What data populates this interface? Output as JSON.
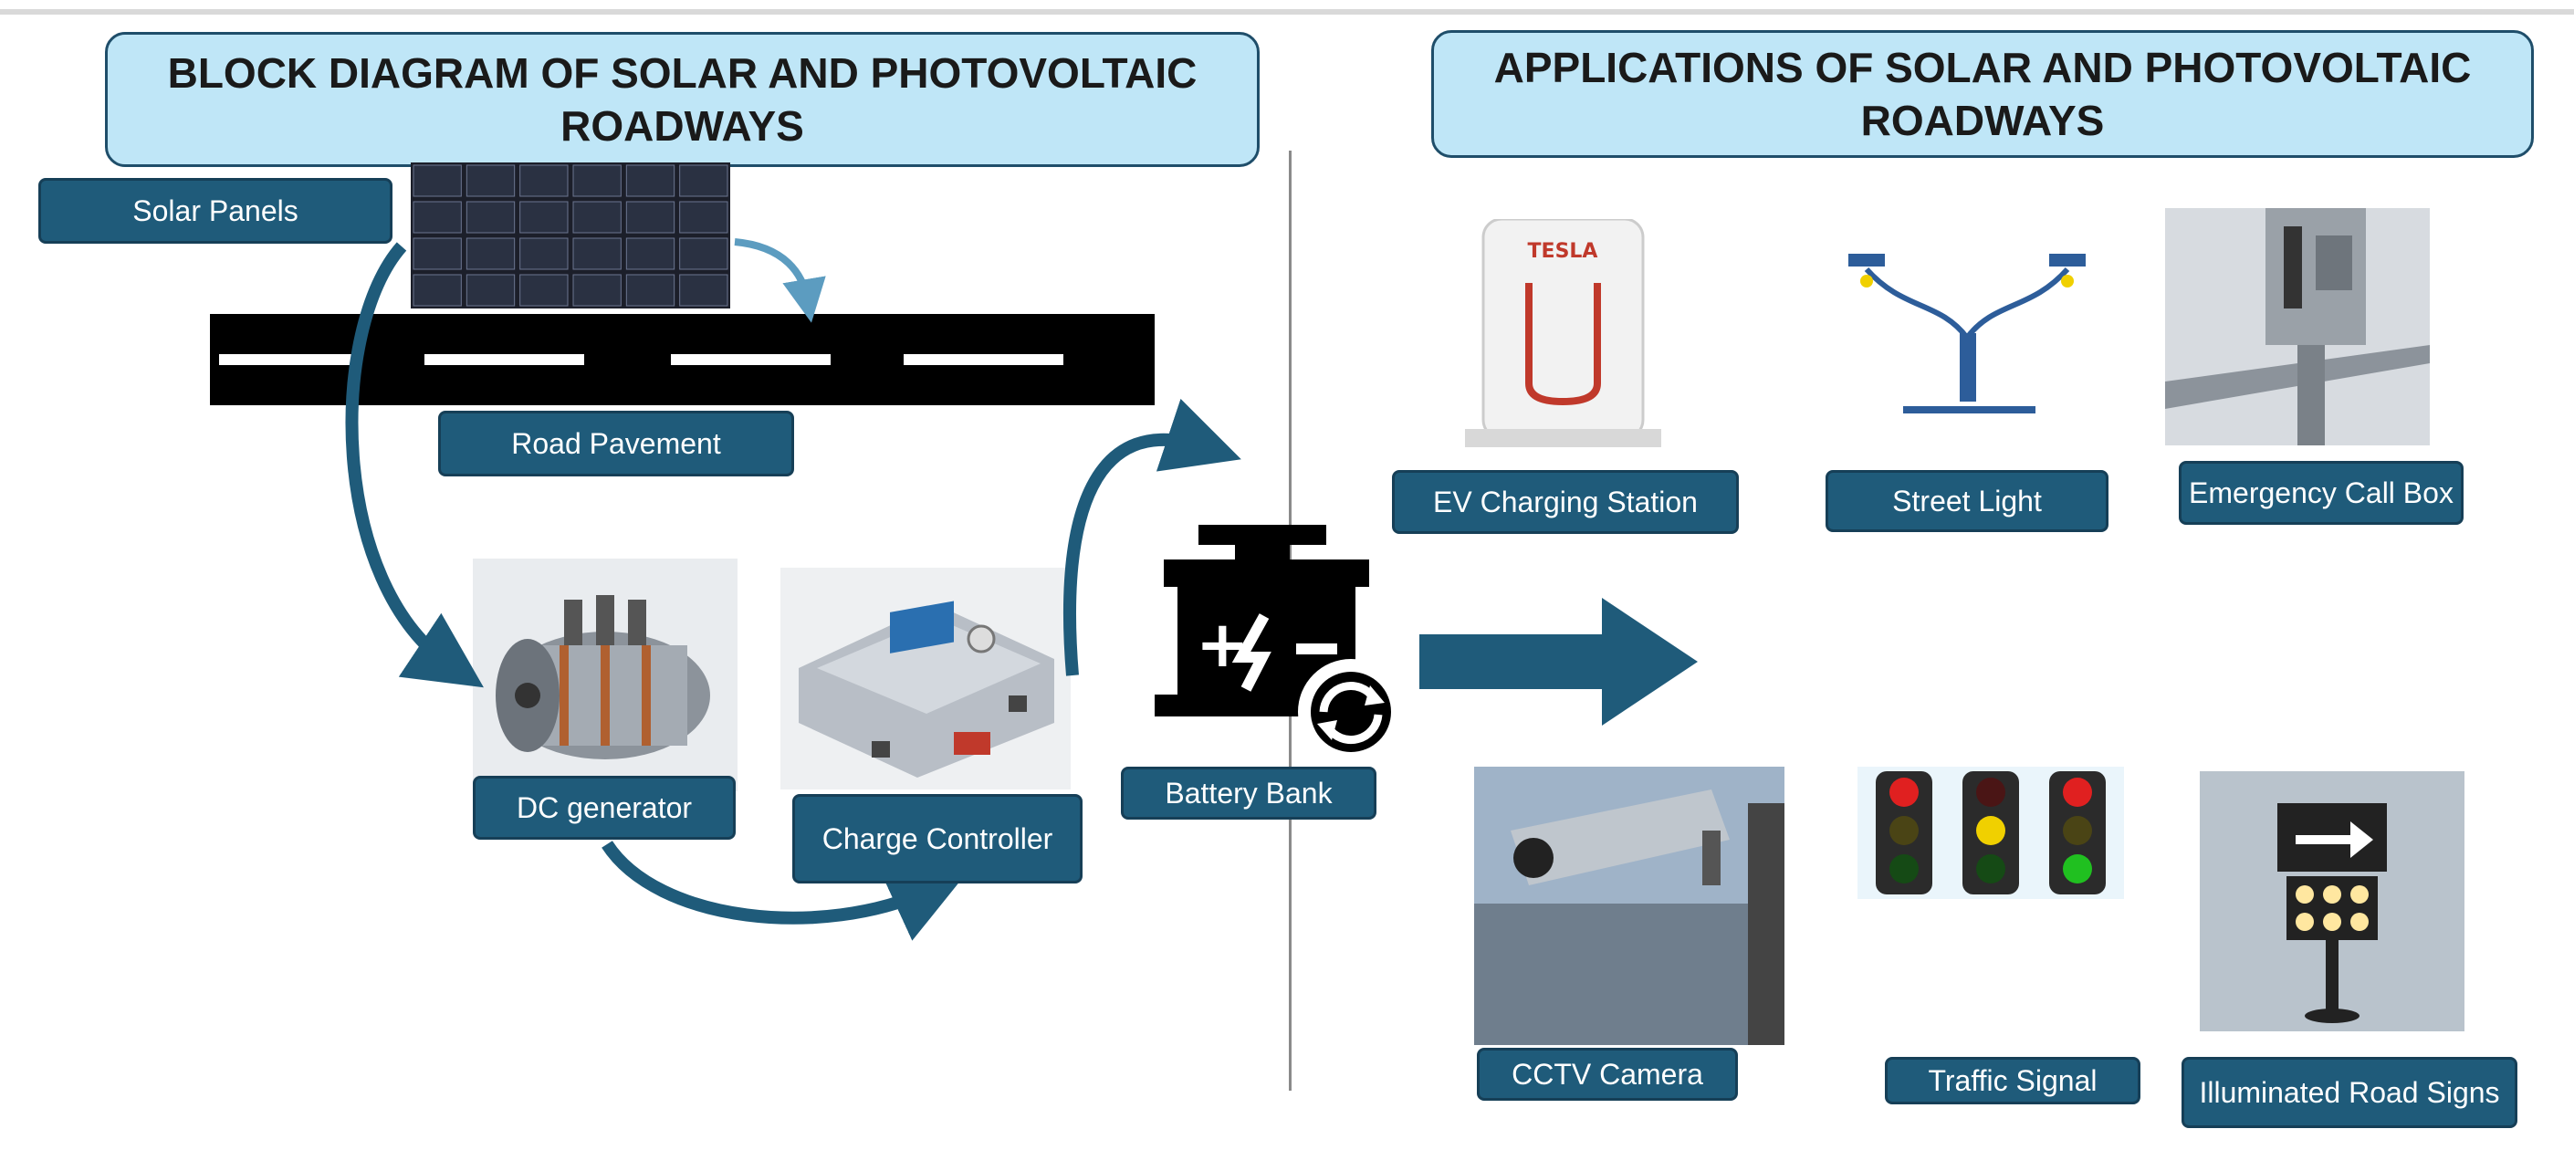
{
  "left_title": "BLOCK DIAGRAM OF SOLAR AND PHOTOVOLTAIC ROADWAYS",
  "right_title": "APPLICATIONS OF  SOLAR AND PHOTOVOLTAIC ROADWAYS",
  "blocks": {
    "solar_panels": "Solar Panels",
    "road_pavement": "Road Pavement",
    "dc_generator": "DC generator",
    "charge_controller": "Charge Controller",
    "battery_bank": "Battery Bank"
  },
  "applications": {
    "ev_charging": "EV Charging Station",
    "street_light": "Street Light",
    "emergency_call_box": "Emergency Call Box",
    "cctv_camera": "CCTV Camera",
    "traffic_signal": "Traffic Signal",
    "illuminated_road_signs": "Illuminated Road Signs"
  },
  "icons": {
    "solar": "solar-panel-icon",
    "road": "road-icon",
    "generator": "dc-generator-icon",
    "controller": "charge-controller-icon",
    "battery": "battery-icon",
    "ev": "ev-charger-icon",
    "streetlight": "street-light-icon",
    "callbox": "emergency-call-box-icon",
    "cctv": "cctv-camera-icon",
    "traffic": "traffic-light-icon",
    "sign": "illuminated-sign-icon"
  },
  "colors": {
    "label_bg": "#1f5b7a",
    "title_bg": "#bfe6f7",
    "arrow": "#1f5b7a"
  },
  "ev_brand": "TESLA"
}
